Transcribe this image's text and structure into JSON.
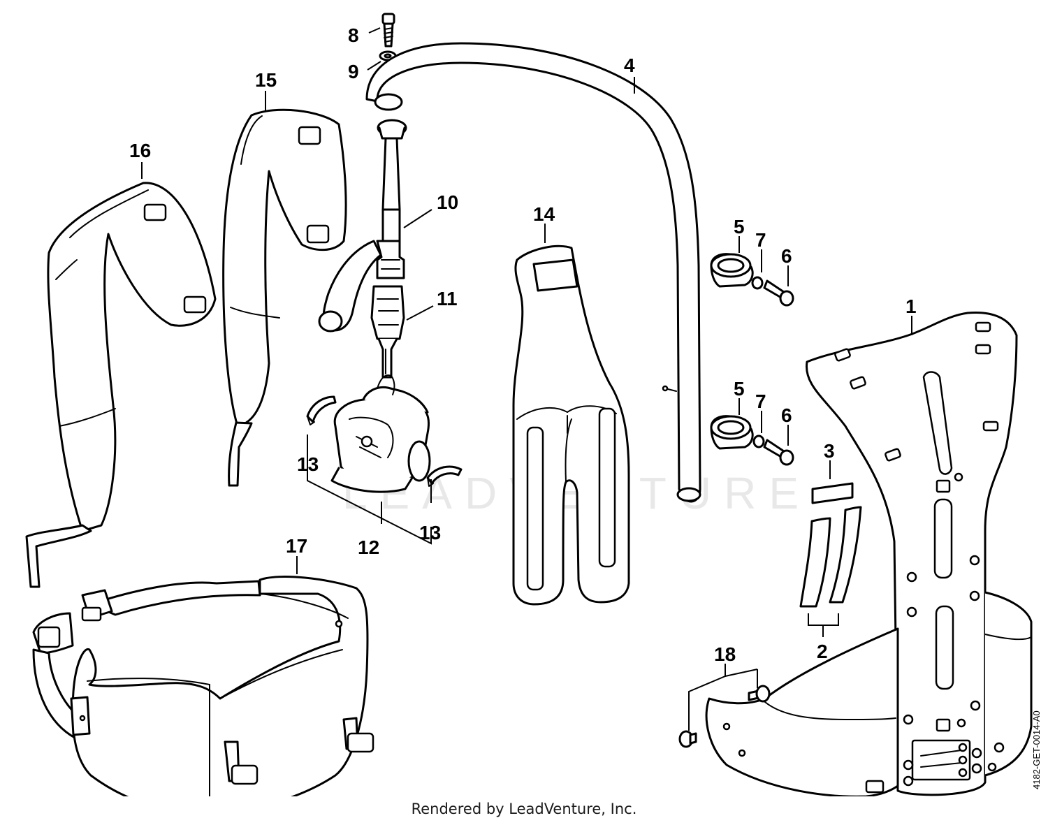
{
  "watermark": "LEADVENTURE",
  "footer": "Rendered by LeadVenture, Inc.",
  "doc_id": "4182-GET-0014-A0",
  "callouts": {
    "c1": "1",
    "c2": "2",
    "c3": "3",
    "c4": "4",
    "c5a": "5",
    "c5b": "5",
    "c6a": "6",
    "c6b": "6",
    "c7a": "7",
    "c7b": "7",
    "c8": "8",
    "c9": "9",
    "c10": "10",
    "c11": "11",
    "c12": "12",
    "c13a": "13",
    "c13b": "13",
    "c14": "14",
    "c15": "15",
    "c16": "16",
    "c17": "17",
    "c18": "18"
  }
}
